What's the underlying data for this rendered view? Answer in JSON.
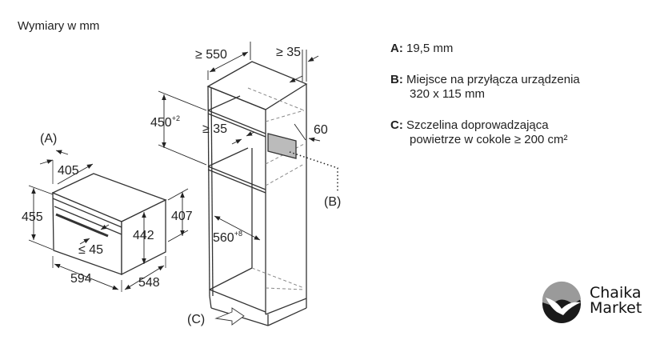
{
  "title": "Wymiary w mm",
  "legend": [
    {
      "key": "A:",
      "lines": [
        "19,5 mm"
      ]
    },
    {
      "key": "B:",
      "lines": [
        "Miejsce na przyłącza urządzenia",
        "320 x 115 mm"
      ]
    },
    {
      "key": "C:",
      "lines": [
        "Szczelina doprowadzająca",
        "powietrze w cokole ≥ 200 cm²"
      ]
    }
  ],
  "oven_dims": {
    "a_label": "(A)",
    "depth_top": "405",
    "height_total": "455",
    "height_inner": "442",
    "height_side": "407",
    "handle": "≤ 45",
    "width": "594",
    "depth": "548"
  },
  "cabinet_dims": {
    "depth": "≥ 550",
    "gap_top": "≥ 35",
    "niche_height": "450",
    "niche_height_tol": "+2",
    "gap_back": "≥ 35",
    "side": "60",
    "niche_width": "560",
    "niche_width_tol": "+8",
    "b_label": "(B)",
    "c_label": "(C)"
  },
  "logo": {
    "line1": "Chaika",
    "line2": "Market"
  }
}
